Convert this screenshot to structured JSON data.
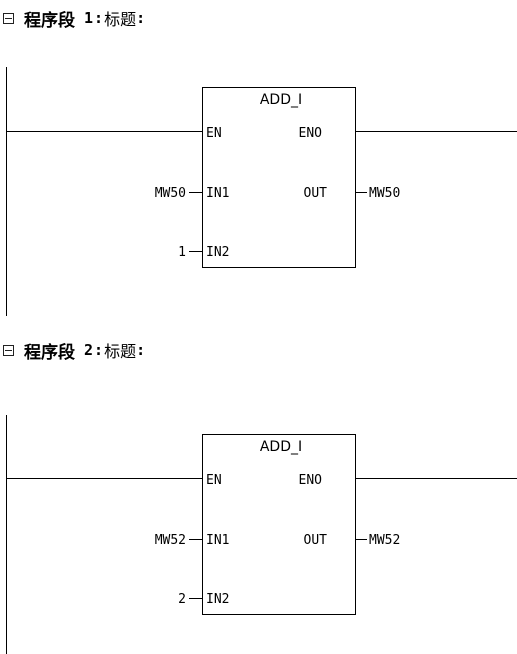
{
  "networks": [
    {
      "word": "程序段",
      "number": "1",
      "colon": ":",
      "title": "标题",
      "title_colon": ":",
      "block": {
        "name": "ADD_I",
        "en": "EN",
        "eno": "ENO",
        "in1": "IN1",
        "in2": "IN2",
        "out": "OUT"
      },
      "operands": {
        "in1": "MW50",
        "in2": "1",
        "out": "MW50"
      }
    },
    {
      "word": "程序段",
      "number": "2",
      "colon": ":",
      "title": "标题",
      "title_colon": ":",
      "block": {
        "name": "ADD_I",
        "en": "EN",
        "eno": "ENO",
        "in1": "IN1",
        "in2": "IN2",
        "out": "OUT"
      },
      "operands": {
        "in1": "MW52",
        "in2": "2",
        "out": "MW52"
      }
    }
  ]
}
